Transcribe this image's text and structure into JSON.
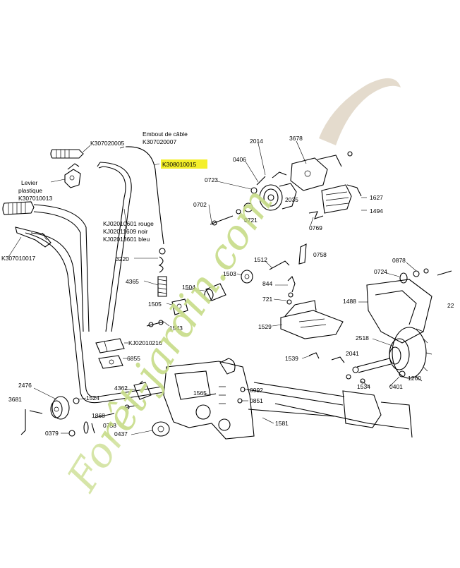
{
  "diagram": {
    "highlighted_part": "K308010015",
    "labels": {
      "embout_cable_line1": "Embout de câble",
      "embout_cable_line2": "K307020007",
      "k307020005": "K307020005",
      "levier_line1": "Levier",
      "levier_line2": "plastique",
      "levier_line3": "K307010013",
      "k307010017": "K307010017",
      "cable_line1": "KJ02010601 rouge",
      "cable_line2": "KJ02011609 noir",
      "cable_line3": "KJ02013601 bleu",
      "p3220": "3220",
      "p4365": "4365",
      "p1505": "1505",
      "p1504": "1504",
      "p1543": "1543",
      "kj02010216": "KJ02010216",
      "p6855": "6855",
      "p2476": "2476",
      "p3681": "3681",
      "p1524": "1524",
      "p4362": "4362",
      "p1868": "1868",
      "p0758a": "0758",
      "p0379": "0379",
      "p0437": "0437",
      "p1565": "1565",
      "p0992": "0992",
      "p0851": "0851",
      "p1581": "1581",
      "p2014": "2014",
      "p3678": "3678",
      "p0406": "0406",
      "p0723": "0723",
      "p2035": "2035",
      "p1627": "1627",
      "p1494": "1494",
      "p0702": "0702",
      "p0721": "0721",
      "p0769": "0769",
      "p1512": "1512",
      "p0758b": "0758",
      "p1503": "1503",
      "p844": "844",
      "p721": "721",
      "p0878": "0878",
      "p0724": "0724",
      "p1488": "1488",
      "p22": "22",
      "p1529": "1529",
      "p2518": "2518",
      "p1539": "1539",
      "p2041": "2041",
      "p1260": "1260",
      "p1534": "1534",
      "p0401": "0401"
    },
    "watermark": {
      "text": "Forêt-jardin.com"
    }
  }
}
